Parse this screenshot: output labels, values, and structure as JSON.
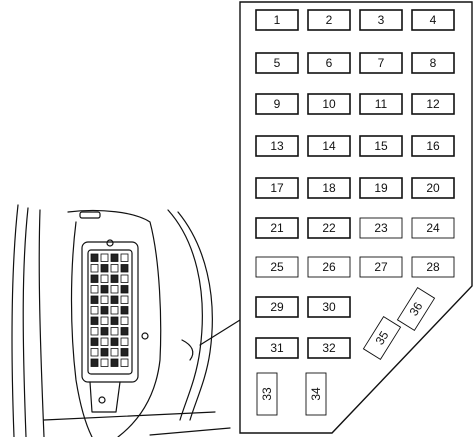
{
  "fuse_panel": {
    "fuses": [
      {
        "label": "1"
      },
      {
        "label": "2"
      },
      {
        "label": "3"
      },
      {
        "label": "4"
      },
      {
        "label": "5"
      },
      {
        "label": "6"
      },
      {
        "label": "7"
      },
      {
        "label": "8"
      },
      {
        "label": "9"
      },
      {
        "label": "10"
      },
      {
        "label": "11"
      },
      {
        "label": "12"
      },
      {
        "label": "13"
      },
      {
        "label": "14"
      },
      {
        "label": "15"
      },
      {
        "label": "16"
      },
      {
        "label": "17"
      },
      {
        "label": "18"
      },
      {
        "label": "19"
      },
      {
        "label": "20"
      },
      {
        "label": "21"
      },
      {
        "label": "22"
      },
      {
        "label": "23"
      },
      {
        "label": "24"
      },
      {
        "label": "25"
      },
      {
        "label": "26"
      },
      {
        "label": "27"
      },
      {
        "label": "28"
      },
      {
        "label": "29"
      },
      {
        "label": "30"
      },
      {
        "label": "31"
      },
      {
        "label": "32"
      },
      {
        "label": "33"
      },
      {
        "label": "34"
      },
      {
        "label": "35"
      },
      {
        "label": "36"
      }
    ]
  },
  "colors": {
    "line": "#111111",
    "background": "#ffffff"
  }
}
